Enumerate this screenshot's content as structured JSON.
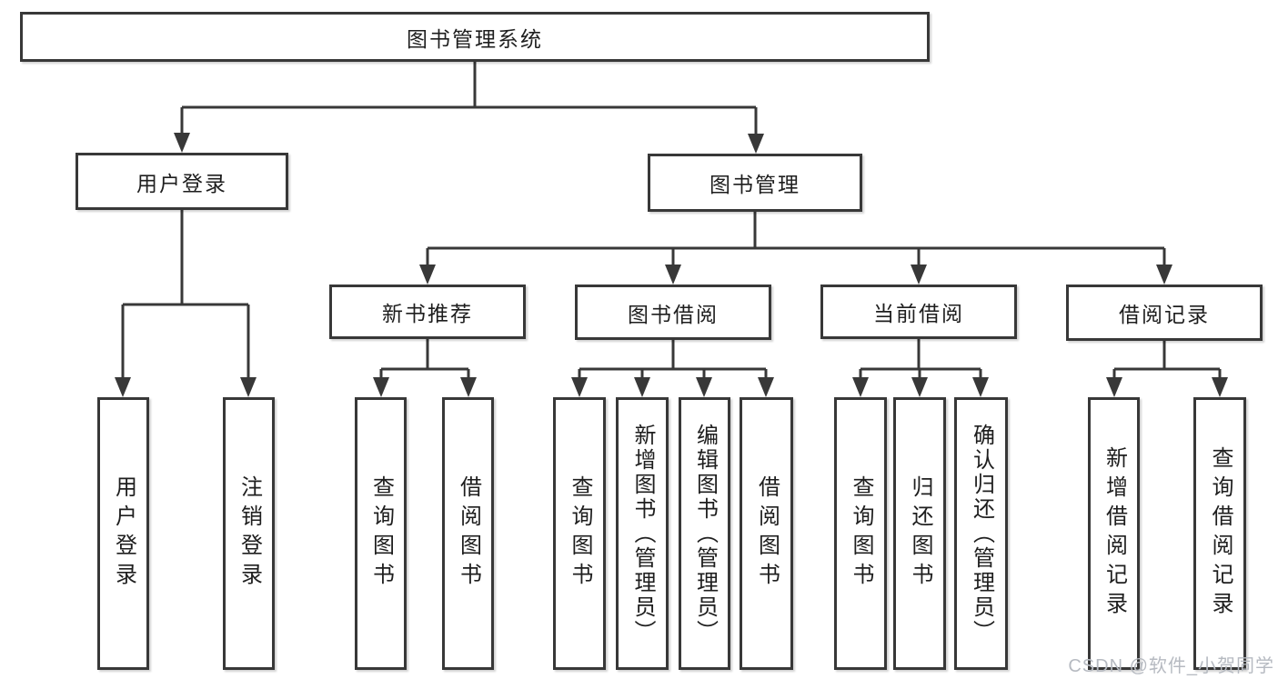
{
  "tree": {
    "root": {
      "label": "图书管理系统"
    },
    "branches": [
      {
        "label": "用户登录",
        "children": [
          {
            "label": "用户登录"
          },
          {
            "label": "注销登录"
          }
        ]
      },
      {
        "label": "图书管理",
        "groups": [
          {
            "label": "新书推荐",
            "children": [
              {
                "label": "查询图书"
              },
              {
                "label": "借阅图书"
              }
            ]
          },
          {
            "label": "图书借阅",
            "children": [
              {
                "label": "查询图书"
              },
              {
                "label": "新增图书（管理员）"
              },
              {
                "label": "编辑图书（管理员）"
              },
              {
                "label": "借阅图书"
              }
            ]
          },
          {
            "label": "当前借阅",
            "children": [
              {
                "label": "查询图书"
              },
              {
                "label": "归还图书"
              },
              {
                "label": "确认归还（管理员）"
              }
            ]
          },
          {
            "label": "借阅记录",
            "children": [
              {
                "label": "新增借阅记录"
              },
              {
                "label": "查询借阅记录"
              }
            ]
          }
        ]
      }
    ]
  },
  "watermark": "CSDN @软件_小贺同学",
  "colors": {
    "line": "#383838",
    "text": "#1e1e1e",
    "watermark": "#b6bac1",
    "background": "#ffffff"
  }
}
